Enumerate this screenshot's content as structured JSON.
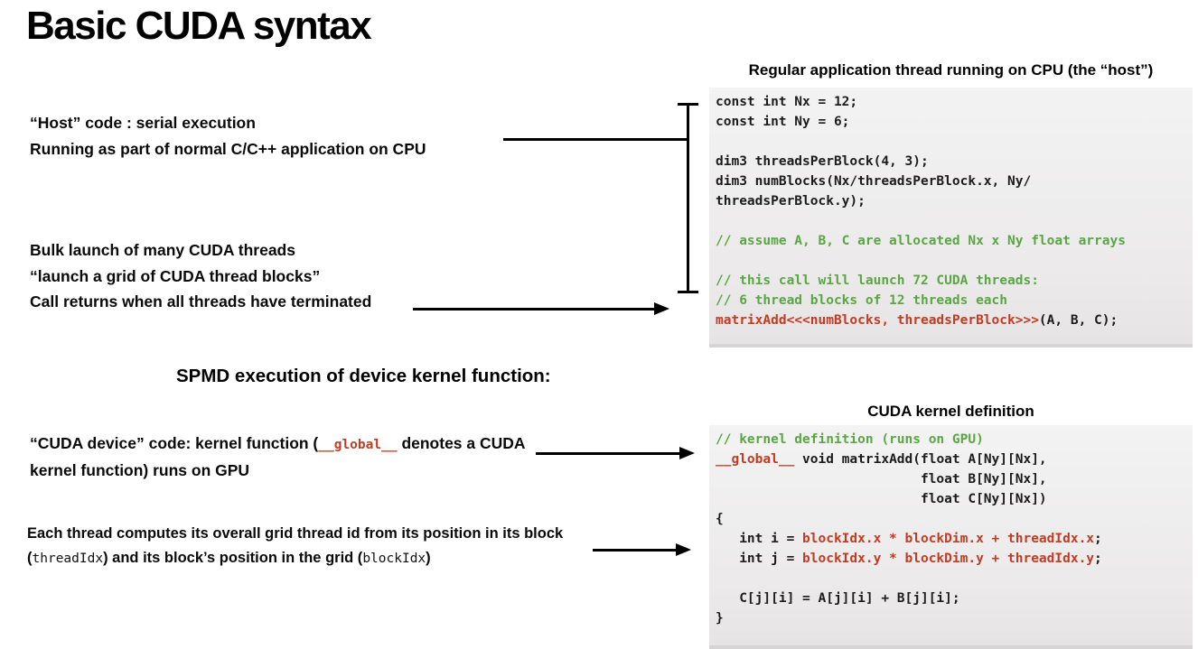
{
  "slide": {
    "title": "Basic CUDA syntax"
  },
  "colors": {
    "comment_green": "#5BA644",
    "keyword_red": "#C23B22",
    "code_text": "#1c1c1c"
  },
  "annotations": {
    "host": {
      "lines": {
        "0": "“Host” code : serial execution",
        "1": "Running as part of normal C/C++ application on CPU"
      }
    },
    "bulk": {
      "lines": {
        "0": "Bulk launch of many CUDA threads",
        "1": "“launch a grid of CUDA thread blocks”",
        "2": "Call returns when all threads have terminated"
      }
    },
    "spmd_heading": "SPMD execution of device kernel function:",
    "device": {
      "line1_pre": "“CUDA device” code: kernel function (",
      "line1_code": "__global__",
      "line1_post": " denotes a CUDA",
      "line2": "kernel function) runs on GPU"
    },
    "thread_id": {
      "line1": "Each thread computes its overall grid thread id from its position in its block",
      "line2_open": "(",
      "line2_code1": "threadIdx",
      "line2_mid": ") and its block’s position in the grid (",
      "line2_code2": "blockIdx",
      "line2_close": ")"
    }
  },
  "panels": {
    "cpu": {
      "header": "Regular application thread running on CPU (the “host”)",
      "lines": [
        [
          {
            "t": "const int Nx = 12;",
            "c": "d"
          }
        ],
        [
          {
            "t": "const int Ny = 6;",
            "c": "d"
          }
        ],
        [],
        [
          {
            "t": "dim3 threadsPerBlock(4, 3);",
            "c": "d"
          }
        ],
        [
          {
            "t": "dim3 numBlocks(Nx/threadsPerBlock.x, Ny/",
            "c": "d"
          }
        ],
        [
          {
            "t": "threadsPerBlock.y);",
            "c": "d"
          }
        ],
        [],
        [
          {
            "t": "// assume A, B, C are allocated Nx x Ny float arrays",
            "c": "g"
          }
        ],
        [],
        [
          {
            "t": "// this call will launch 72 CUDA threads:",
            "c": "g"
          }
        ],
        [
          {
            "t": "// 6 thread blocks of 12 threads each",
            "c": "g"
          }
        ],
        [
          {
            "t": "matrixAdd<<<numBlocks, threadsPerBlock>>>",
            "c": "r"
          },
          {
            "t": "(A, B, C);",
            "c": "d"
          }
        ]
      ]
    },
    "kernel": {
      "header": "CUDA kernel definition",
      "lines": [
        [
          {
            "t": "// kernel definition (runs on GPU)",
            "c": "g"
          }
        ],
        [
          {
            "t": "__global__",
            "c": "r"
          },
          {
            "t": " void matrixAdd(float A[Ny][Nx],",
            "c": "d"
          }
        ],
        [
          {
            "t": "                          float B[Ny][Nx],",
            "c": "d"
          }
        ],
        [
          {
            "t": "                          float C[Ny][Nx])",
            "c": "d"
          }
        ],
        [
          {
            "t": "{",
            "c": "d"
          }
        ],
        [
          {
            "t": "   int i = ",
            "c": "d"
          },
          {
            "t": "blockIdx.x * blockDim.x + threadIdx.x",
            "c": "r"
          },
          {
            "t": ";",
            "c": "d"
          }
        ],
        [
          {
            "t": "   int j = ",
            "c": "d"
          },
          {
            "t": "blockIdx.y * blockDim.y + threadIdx.y",
            "c": "r"
          },
          {
            "t": ";",
            "c": "d"
          }
        ],
        [],
        [
          {
            "t": "   C[j][i] = A[j][i] + B[j][i];",
            "c": "d"
          }
        ],
        [
          {
            "t": "}",
            "c": "d"
          }
        ]
      ]
    }
  }
}
